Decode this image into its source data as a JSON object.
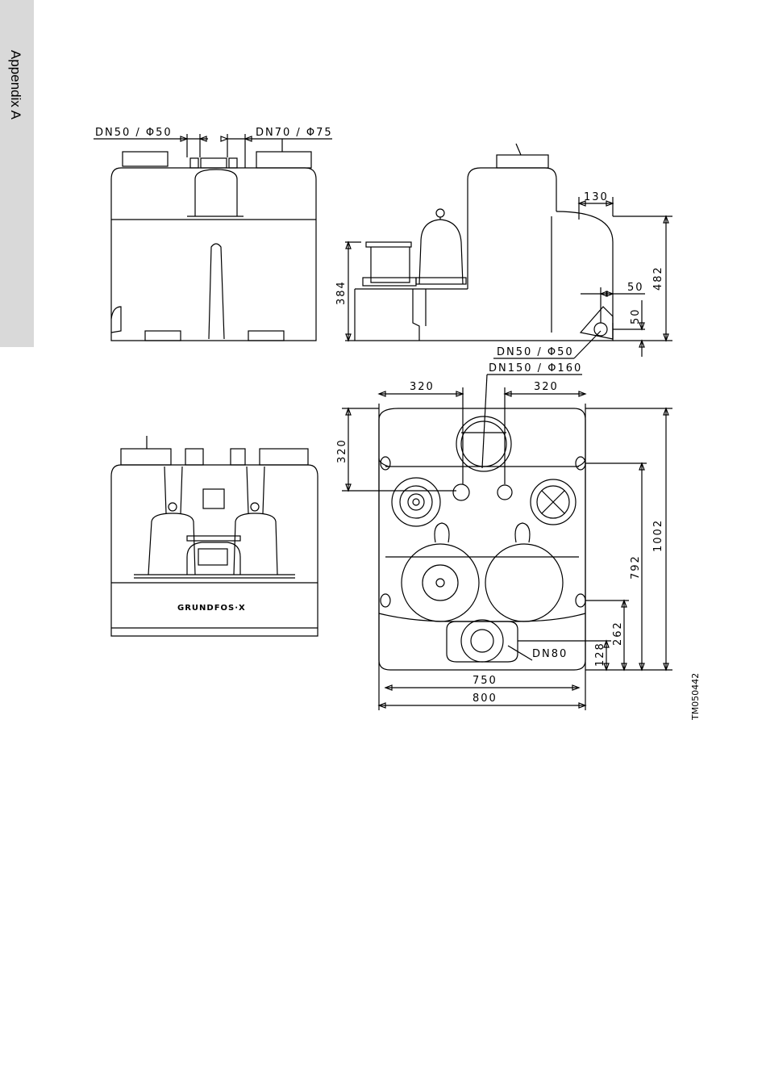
{
  "side_tab": {
    "label": "Appendix A",
    "color": "#d9d9d9"
  },
  "drawing_id": "TM050442",
  "front_view": {
    "inlet_left_label": "DN50 / Φ50",
    "inlet_right_label": "DN70 / Φ75"
  },
  "side_view": {
    "dim_130": "130",
    "dim_482": "482",
    "dim_50_a": "50",
    "dim_50_b": "50",
    "dim_384": "384",
    "outlet_label": "DN50 / Φ50"
  },
  "top_view": {
    "inlet_label": "DN150 / Φ160",
    "dim_320_left": "320",
    "dim_320_right": "320",
    "dim_320_vertical": "320",
    "dim_1002": "1002",
    "dim_792": "792",
    "dim_262": "262",
    "dim_128": "128",
    "outlet_label": "DN80",
    "dim_750": "750",
    "dim_800": "800"
  },
  "rear_view": {
    "brand": "GRUNDFOS·X"
  }
}
